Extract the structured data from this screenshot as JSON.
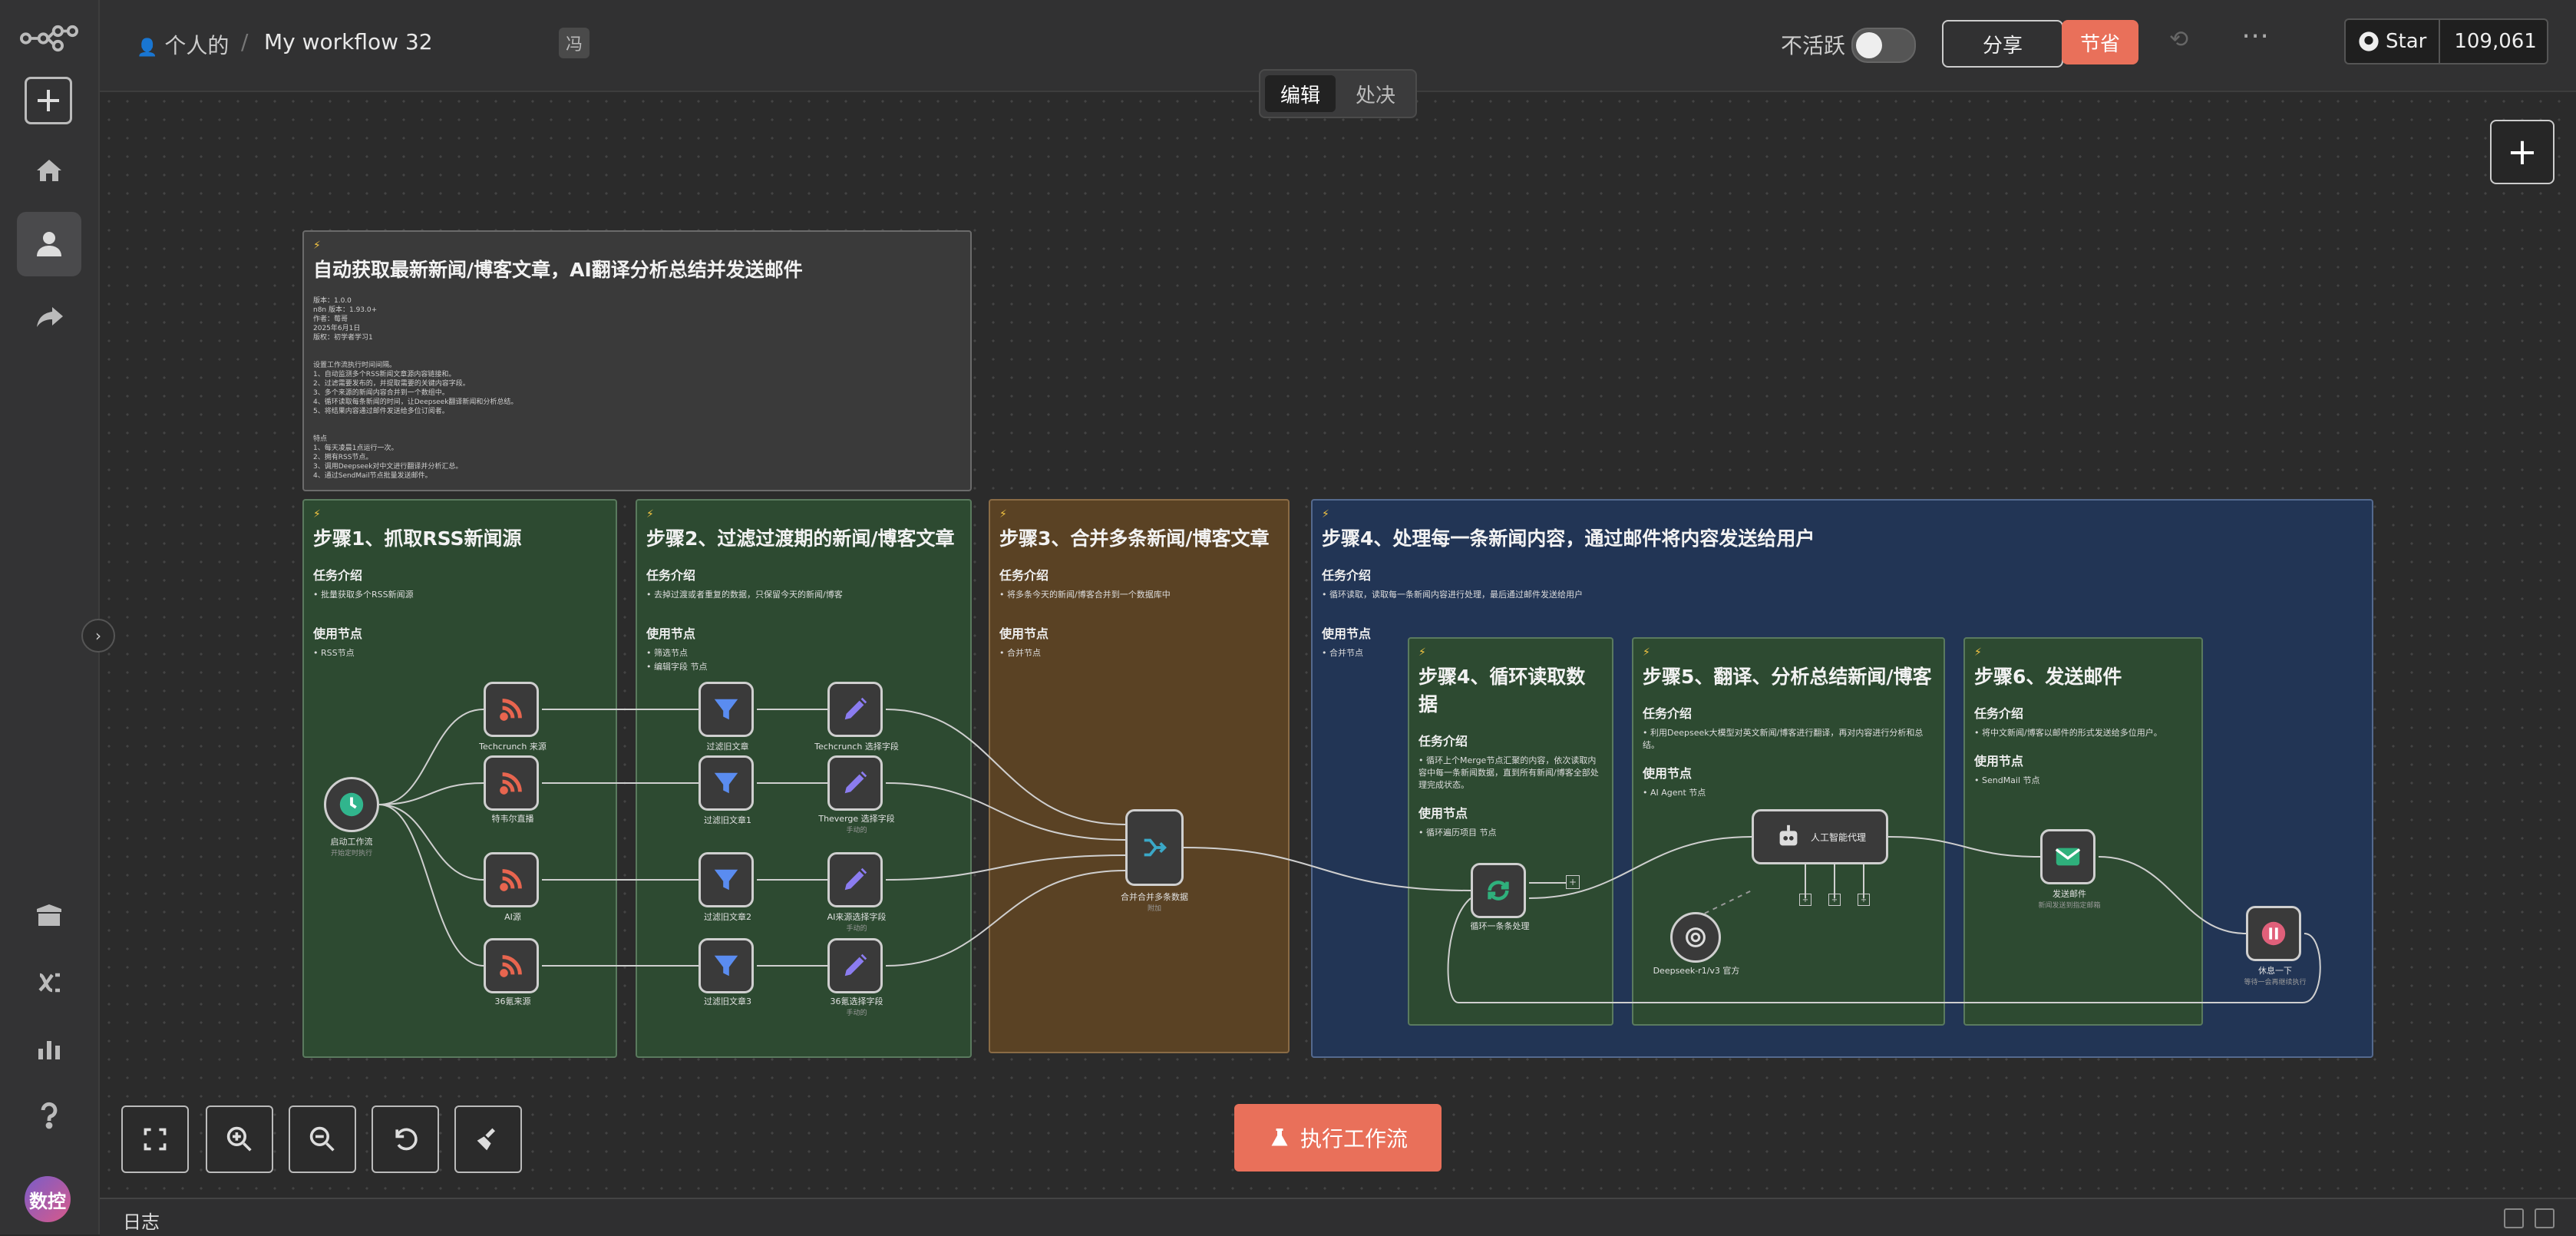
{
  "sidebar": {
    "icons": [
      "n8n-logo-icon",
      "add-icon",
      "home-icon",
      "user-icon",
      "share-icon",
      "package-icon",
      "variables-icon",
      "chart-icon",
      "help-icon"
    ],
    "avatar_text": "数控"
  },
  "header": {
    "breadcrumb_personal": "个人的",
    "breadcrumb_sep": "/",
    "workflow_name": "My workflow 32",
    "tag": "冯",
    "inactive_label": "不活跃",
    "share_label": "分享",
    "save_label": "节省",
    "github_star": "Star",
    "github_count": "109,061"
  },
  "modes": {
    "edit": "编辑",
    "executions": "处决"
  },
  "notes": {
    "intro": {
      "title": "自动获取最新新闻/博客文章，AI翻译分析总结并发送邮件",
      "body": "版本：1.0.0\nn8n 版本：1.93.0+\n作者：莓哥\n2025年6月1日\n版权：初学者学习1\n\n\n设置工作流执行时间间隔。\n1、自动监测多个RSS新闻文章源内容链接和。\n2、过滤需要发布的，并提取需要的关键内容字段。\n3、多个来源的新闻内容合并到一个数组中。\n4、循环读取每条新闻的时间，让Deepseek翻译新闻和分析总结。\n5、将结果内容通过邮件发送给多位订阅者。\n\n\n特点\n1、每天凌晨1点运行一次。\n2、拥有RSS节点。\n3、调用Deepseek对中文进行翻译并分析汇总。\n4、通过SendMail节点批量发送邮件。"
    },
    "step1": {
      "title": "步骤1、抓取RSS新闻源",
      "task_heading": "任务介绍",
      "task": "• 批量获取多个RSS新闻源",
      "nodes_heading": "使用节点",
      "nodes": "• RSS节点"
    },
    "step2": {
      "title": "步骤2、过滤过渡期的新闻/博客文章",
      "task_heading": "任务介绍",
      "task": "• 去掉过渡或者重复的数据，只保留今天的新闻/博客",
      "nodes_heading": "使用节点",
      "nodes1": "• 筛选节点",
      "nodes2": "• 编辑字段 节点"
    },
    "step3": {
      "title": "步骤3、合并多条新闻/博客文章",
      "task_heading": "任务介绍",
      "task": "• 将多条今天的新闻/博客合并到一个数据库中",
      "nodes_heading": "使用节点",
      "nodes": "• 合并节点"
    },
    "step4": {
      "title": "步骤4、处理每一条新闻内容，通过邮件将内容发送给用户",
      "task_heading": "任务介绍",
      "task": "• 循环读取，读取每一条新闻内容进行处理，最后通过邮件发送给用户",
      "nodes_heading": "使用节点",
      "nodes": "• 合并节点"
    },
    "sub4": {
      "title": "步骤4、循环读取数据",
      "task_heading": "任务介绍",
      "task": "• 循环上个Merge节点汇聚的内容，依次读取内容中每一条新闻数据，直到所有新闻/博客全部处理完成状态。",
      "nodes_heading": "使用节点",
      "nodes": "• 循环遍历项目 节点"
    },
    "sub5": {
      "title": "步骤5、翻译、分析总结新闻/博客",
      "task_heading": "任务介绍",
      "task": "• 利用Deepseek大模型对英文新闻/博客进行翻译，再对内容进行分析和总结。",
      "nodes_heading": "使用节点",
      "nodes": "• AI Agent 节点"
    },
    "sub6": {
      "title": "步骤6、发送邮件",
      "task_heading": "任务介绍",
      "task": "• 将中文新闻/博客以邮件的形式发送给多位用户。",
      "nodes_heading": "使用节点",
      "nodes": "• SendMail 节点"
    }
  },
  "nodes": {
    "trigger": {
      "label": "启动工作流",
      "sub": "开始定时执行"
    },
    "rss1": {
      "label": "Techcrunch 来源"
    },
    "rss2": {
      "label": "特韦尔直播"
    },
    "rss3": {
      "label": "AI源"
    },
    "rss4": {
      "label": "36氪来源"
    },
    "filter1": {
      "label": "过滤旧文章"
    },
    "filter2": {
      "label": "过滤旧文章1"
    },
    "filter3": {
      "label": "过滤旧文章2"
    },
    "filter4": {
      "label": "过滤旧文章3"
    },
    "edit1": {
      "label": "Techcrunch 选择字段"
    },
    "edit2": {
      "label": "Theverge 选择字段",
      "sub": "手动的"
    },
    "edit3": {
      "label": "AI来源选择字段",
      "sub": "手动的"
    },
    "edit4": {
      "label": "36氪选择字段",
      "sub": "手动的"
    },
    "merge": {
      "label": "合并合并多条数据",
      "sub": "附加"
    },
    "loop": {
      "label": "循环一条条处理"
    },
    "agent": {
      "label": "人工智能代理"
    },
    "deepseek": {
      "label": "Deepseek-r1/v3 官方"
    },
    "email": {
      "label": "发送邮件",
      "sub": "新闻发送到指定邮箱"
    },
    "wait": {
      "label": "休息一下",
      "sub": "等待一会再继续执行"
    }
  },
  "footer": {
    "execute_label": "执行工作流",
    "log_label": "日志"
  },
  "colors": {
    "accent": "#e9705a",
    "note_green": "#2d4a31",
    "note_brown": "#5a4224",
    "note_navy": "#223555"
  }
}
